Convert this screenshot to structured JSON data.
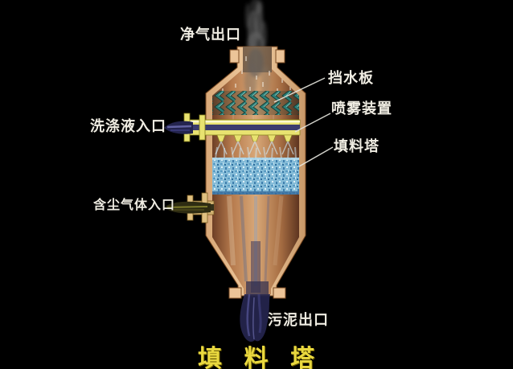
{
  "scene": {
    "background": "#000000",
    "title": {
      "text": "填 料 塔",
      "color": "#e9d83f"
    }
  },
  "labels": {
    "clean_gas_outlet": {
      "text": "净气出口"
    },
    "water_baffle": {
      "text": "挡水板"
    },
    "spray_device": {
      "text": "喷雾装置"
    },
    "packing_bed": {
      "text": "填料塔"
    },
    "washing_liquid_inlet": {
      "text": "洗涤液入口"
    },
    "dusty_gas_inlet": {
      "text": "含尘气体入口"
    },
    "sludge_outlet": {
      "text": "污泥出口"
    }
  },
  "diagram": {
    "type": "packed-tower-wet-scrubber",
    "components": [
      "smoke-plume",
      "tower-neck",
      "tower-shoulder",
      "tower-body",
      "water-baffle-chevrons",
      "spray-header-pipe",
      "spray-nozzles",
      "packing-bed",
      "tower-cone",
      "sludge-outlet-neck",
      "sludge-stream",
      "washing-liquid-pipe",
      "washing-liquid-stream",
      "dusty-gas-inlet-pipe",
      "dusty-gas-stream"
    ],
    "colors": {
      "vessel_wall": "#ecc498",
      "vessel_interior": "#b57a4e",
      "baffle_teal": "#2e8078",
      "pipe_yellow": "#e8e270",
      "packing_blue": "#7fb8d8",
      "liquid_dark_blue": "#2a2a55",
      "gas_dark_olive": "#2e2c12",
      "smoke_gray": "#8a8a8a",
      "label_text": "#efece2",
      "title_yellow": "#e9d83f",
      "background": "#000000"
    }
  }
}
